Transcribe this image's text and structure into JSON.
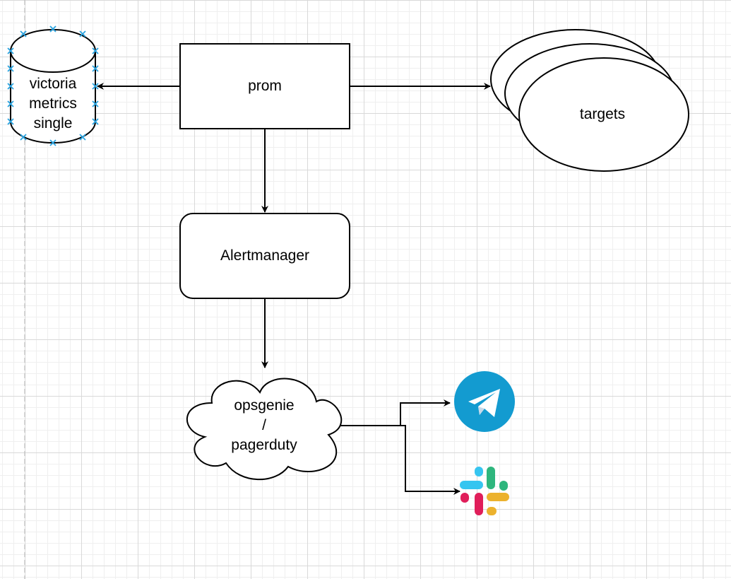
{
  "diagram": {
    "nodes": {
      "database": {
        "lines": [
          "victoria",
          "metrics",
          "single"
        ]
      },
      "prom": {
        "label": "prom"
      },
      "targets": {
        "label": "targets"
      },
      "alertmanager": {
        "label": "Alertmanager"
      },
      "cloud": {
        "lines": [
          "opsgenie",
          "/",
          "pagerduty"
        ]
      }
    },
    "icons": {
      "telegram": {
        "name": "telegram-icon",
        "color": "#139bd0"
      },
      "slack": {
        "name": "slack-icon",
        "colors": [
          "#36c5f0",
          "#2eb67d",
          "#ecb22e",
          "#e01e5a"
        ]
      }
    },
    "colors": {
      "stroke": "#000000",
      "selection_handles": "#29a3e0",
      "grid_major": "#d9d9d9",
      "grid_minor": "#efefef"
    }
  }
}
